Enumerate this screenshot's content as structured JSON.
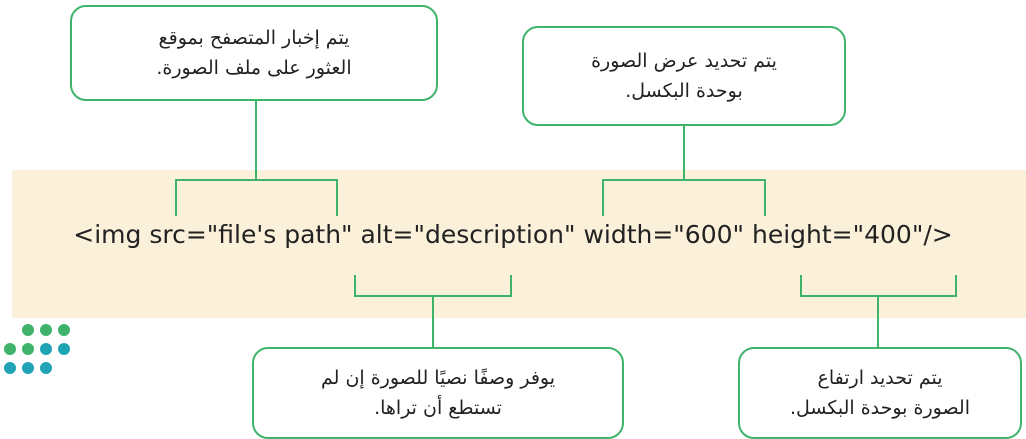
{
  "code_line": "<img src=\"file's path\" alt=\"description\" width=\"600\" height=\"400\"/>",
  "callouts": {
    "src": {
      "line1": "يتم إخبار المتصفح بموقع",
      "line2": "العثور على ملف الصورة."
    },
    "width": {
      "line1": "يتم تحديد عرض الصورة",
      "line2": "بوحدة البكسل."
    },
    "alt": {
      "line1": "يوفر وصفًا نصيًا للصورة إن لم",
      "line2": "تستطع أن تراها."
    },
    "height": {
      "line1": "يتم تحديد ارتفاع",
      "line2": "الصورة بوحدة البكسل."
    }
  },
  "colors": {
    "accent_green": "#3fb36a",
    "band_background": "#fbf0d9",
    "logo_green": "#3fb36a",
    "logo_teal": "#1fa3b5"
  }
}
